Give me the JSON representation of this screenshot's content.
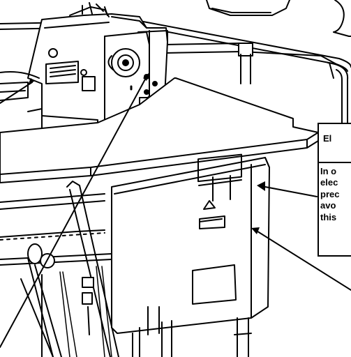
{
  "warning_panel": {
    "title_fragment": "El",
    "body_lines": [
      "In o",
      "elec",
      "prec",
      "avo",
      "this"
    ]
  }
}
